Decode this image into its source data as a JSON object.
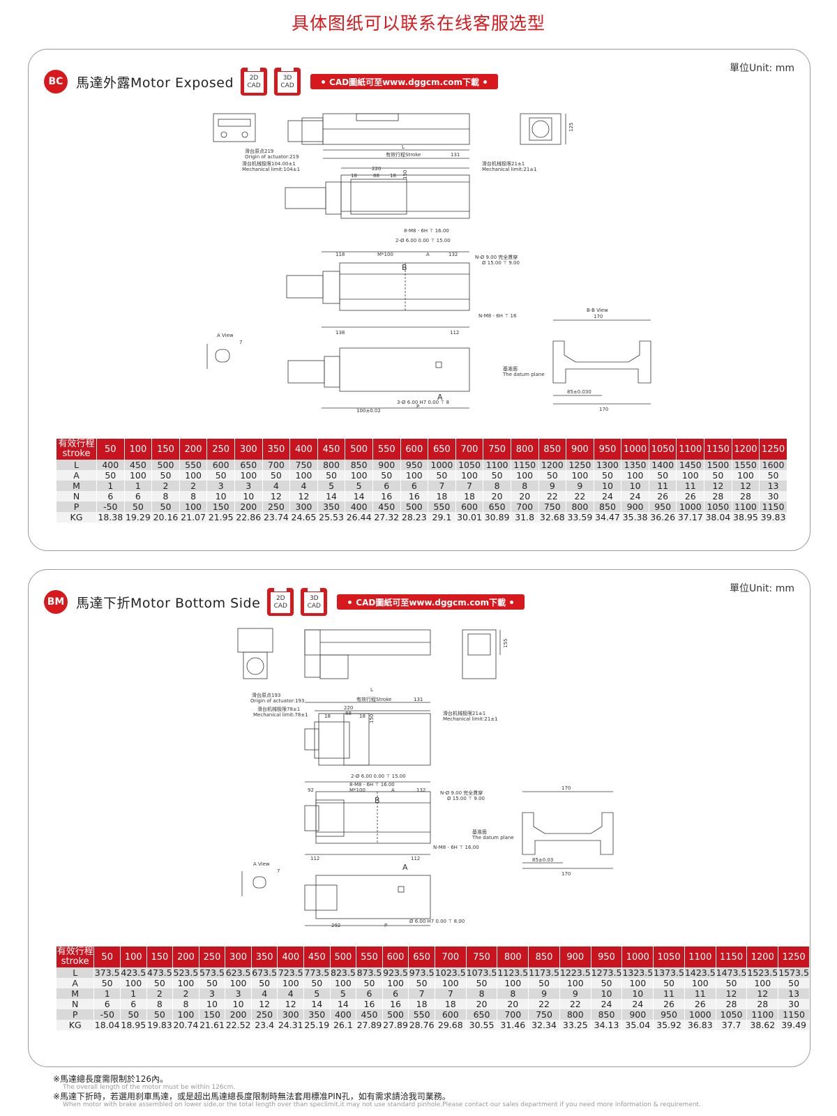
{
  "page_title": "具体图纸可以联系在线客服选型",
  "unit_label": "單位Unit: mm",
  "cad_pill": "CAD圖紙可至www.dggcm.com下載",
  "floppy_2d": [
    "2D",
    "CAD"
  ],
  "floppy_3d": [
    "3D",
    "CAD"
  ],
  "sections": [
    {
      "badge": "BC",
      "title": "馬達外露Motor Exposed",
      "table": {
        "header_label": [
          "有效行程",
          "stroke"
        ],
        "stroke": [
          "50",
          "100",
          "150",
          "200",
          "250",
          "300",
          "350",
          "400",
          "450",
          "500",
          "550",
          "600",
          "650",
          "700",
          "750",
          "800",
          "850",
          "900",
          "950",
          "1000",
          "1050",
          "1100",
          "1150",
          "1200",
          "1250"
        ],
        "rows": [
          {
            "label": "L",
            "values": [
              "400",
              "450",
              "500",
              "550",
              "600",
              "650",
              "700",
              "750",
              "800",
              "850",
              "900",
              "950",
              "1000",
              "1050",
              "1100",
              "1150",
              "1200",
              "1250",
              "1300",
              "1350",
              "1400",
              "1450",
              "1500",
              "1550",
              "1600"
            ]
          },
          {
            "label": "A",
            "values": [
              "50",
              "100",
              "50",
              "100",
              "50",
              "100",
              "50",
              "100",
              "50",
              "100",
              "50",
              "100",
              "50",
              "100",
              "50",
              "100",
              "50",
              "100",
              "50",
              "100",
              "50",
              "100",
              "50",
              "100",
              "50"
            ]
          },
          {
            "label": "M",
            "values": [
              "1",
              "1",
              "2",
              "2",
              "3",
              "3",
              "4",
              "4",
              "5",
              "5",
              "6",
              "6",
              "7",
              "7",
              "8",
              "8",
              "9",
              "9",
              "10",
              "10",
              "11",
              "11",
              "12",
              "12",
              "13"
            ]
          },
          {
            "label": "N",
            "values": [
              "6",
              "6",
              "8",
              "8",
              "10",
              "10",
              "12",
              "12",
              "14",
              "14",
              "16",
              "16",
              "18",
              "18",
              "20",
              "20",
              "22",
              "22",
              "24",
              "24",
              "26",
              "26",
              "28",
              "28",
              "30"
            ]
          },
          {
            "label": "P",
            "values": [
              "-50",
              "50",
              "50",
              "100",
              "150",
              "200",
              "250",
              "300",
              "350",
              "400",
              "450",
              "500",
              "550",
              "600",
              "650",
              "700",
              "750",
              "800",
              "850",
              "900",
              "950",
              "1000",
              "1050",
              "1100",
              "1150"
            ]
          },
          {
            "label": "KG",
            "values": [
              "18.38",
              "19.29",
              "20.16",
              "21.07",
              "21.95",
              "22.86",
              "23.74",
              "24.65",
              "25.53",
              "26.44",
              "27.32",
              "28.23",
              "29.1",
              "30.01",
              "30.89",
              "31.8",
              "32.68",
              "33.59",
              "34.47",
              "35.38",
              "36.26",
              "37.17",
              "38.04",
              "38.95",
              "39.83"
            ]
          }
        ]
      },
      "drawing": {
        "origin": "滑台原点219",
        "origin_en": "Origin of actuator:219",
        "mech_left": "滑台机械极限104.00±1",
        "mech_left_en": "Mechanical limit:104±1",
        "stroke_lbl": "有效行程Stroke",
        "mech_right": "滑台机械极限21±1",
        "mech_right_en": "Mechanical limit:21±1",
        "bb_view": "B-B View",
        "a_view": "A View",
        "datum": "基准面",
        "datum_en": "The datum plane",
        "hole1": "8-M8 - 6H ⊤ 16.00",
        "hole2": "2-Ø 6.00  0.00 ⊤ 15.00",
        "hole3": "N-Ø 9.00 完全貫穿",
        "hole4": "Ø 15.00 ⊤ 9.00",
        "hole5": "N-M8 - 6H ⊤ 16",
        "hole6": "3-Ø 6.00 H7  0.00 ⊤ 8",
        "dims": [
          "L",
          "131",
          "220",
          "18",
          "88",
          "18",
          "150",
          "118",
          "M*100",
          "A",
          "132",
          "138",
          "112",
          "B",
          "P",
          "7",
          "170",
          "85±0.030",
          "100±0.02",
          "125",
          "A"
        ]
      }
    },
    {
      "badge": "BM",
      "title": "馬達下折Motor Bottom Side",
      "table": {
        "header_label": [
          "有效行程",
          "stroke"
        ],
        "stroke": [
          "50",
          "100",
          "150",
          "200",
          "250",
          "300",
          "350",
          "400",
          "450",
          "500",
          "550",
          "600",
          "650",
          "700",
          "750",
          "800",
          "850",
          "900",
          "950",
          "1000",
          "1050",
          "1100",
          "1150",
          "1200",
          "1250"
        ],
        "rows": [
          {
            "label": "L",
            "values": [
              "373.5",
              "423.5",
              "473.5",
              "523.5",
              "573.5",
              "623.5",
              "673.5",
              "723.5",
              "773.5",
              "823.5",
              "873.5",
              "923.5",
              "973.5",
              "1023.5",
              "1073.5",
              "1123.5",
              "1173.5",
              "1223.5",
              "1273.5",
              "1323.5",
              "1373.5",
              "1423.5",
              "1473.5",
              "1523.5",
              "1573.5"
            ]
          },
          {
            "label": "A",
            "values": [
              "50",
              "100",
              "50",
              "100",
              "50",
              "100",
              "50",
              "100",
              "50",
              "100",
              "50",
              "100",
              "50",
              "100",
              "50",
              "100",
              "50",
              "100",
              "50",
              "100",
              "50",
              "100",
              "50",
              "100",
              "50"
            ]
          },
          {
            "label": "M",
            "values": [
              "1",
              "1",
              "2",
              "2",
              "3",
              "3",
              "4",
              "4",
              "5",
              "5",
              "6",
              "6",
              "7",
              "7",
              "8",
              "8",
              "9",
              "9",
              "10",
              "10",
              "11",
              "11",
              "12",
              "12",
              "13"
            ]
          },
          {
            "label": "N",
            "values": [
              "6",
              "6",
              "8",
              "8",
              "10",
              "10",
              "12",
              "12",
              "14",
              "14",
              "16",
              "16",
              "18",
              "18",
              "20",
              "20",
              "22",
              "22",
              "24",
              "24",
              "26",
              "26",
              "28",
              "28",
              "30"
            ]
          },
          {
            "label": "P",
            "values": [
              "-50",
              "50",
              "50",
              "100",
              "150",
              "200",
              "250",
              "300",
              "350",
              "400",
              "450",
              "500",
              "550",
              "600",
              "650",
              "700",
              "750",
              "800",
              "850",
              "900",
              "950",
              "1000",
              "1050",
              "1100",
              "1150"
            ]
          },
          {
            "label": "KG",
            "values": [
              "18.04",
              "18.95",
              "19.83",
              "20.74",
              "21.61",
              "22.52",
              "23.4",
              "24.31",
              "25.19",
              "26.1",
              "27.89",
              "27.89",
              "28.76",
              "29.68",
              "30.55",
              "31.46",
              "32.34",
              "33.25",
              "34.13",
              "35.04",
              "35.92",
              "36.83",
              "37.7",
              "38.62",
              "39.49"
            ]
          }
        ]
      },
      "drawing": {
        "origin": "滑台原点193",
        "origin_en": "Origin of actuator:193",
        "mech_left": "滑台机械极限78±1",
        "mech_left_en": "Mechanical limit:78±1",
        "stroke_lbl": "有效行程Stroke",
        "mech_right": "滑台机械极限21±1",
        "mech_right_en": "Mechanical limit:21±1",
        "a_view": "A View",
        "datum": "基准面",
        "datum_en": "The datum plane",
        "hole1": "2-Ø 6.00  0.00 ⊤ 15.00",
        "hole2": "8-M8 - 6H ⊤ 16.00",
        "hole3": "N-Ø 9.00 完全貫穿",
        "hole4": "Ø 15.00 ⊤ 9.00",
        "hole5": "N-M8 - 6H ⊤ 16.00",
        "hole6": "Ø 6.00 H7  0.00 ⊤ 8.00",
        "dims": [
          "L",
          "131",
          "220",
          "18",
          "88",
          "18",
          "150",
          "92",
          "M*100",
          "A",
          "132",
          "112",
          "B",
          "292",
          "P",
          "7",
          "170",
          "85±0.03",
          "155",
          "A"
        ]
      }
    }
  ],
  "notes": [
    {
      "cn": "※馬達總長度需限制於126內。",
      "en": "The overall length of the motor must be within 126cm."
    },
    {
      "cn": "※馬達下折時，若選用刹車馬達，或是超出馬達總長度限制時無法套用標准PIN孔，如有需求請洽我司業務。",
      "en": "When motor with brake assembled on lower side,or the total length over than speclimit,it may not use standard pinhole.Please contact our sales department if you need more information & requirement."
    }
  ],
  "colors": {
    "accent": "#d7191e",
    "header_bg": "#c8141f",
    "row_odd": "#d9d9d9",
    "row_even": "#f2f2f2",
    "border": "#9a9a9a"
  }
}
